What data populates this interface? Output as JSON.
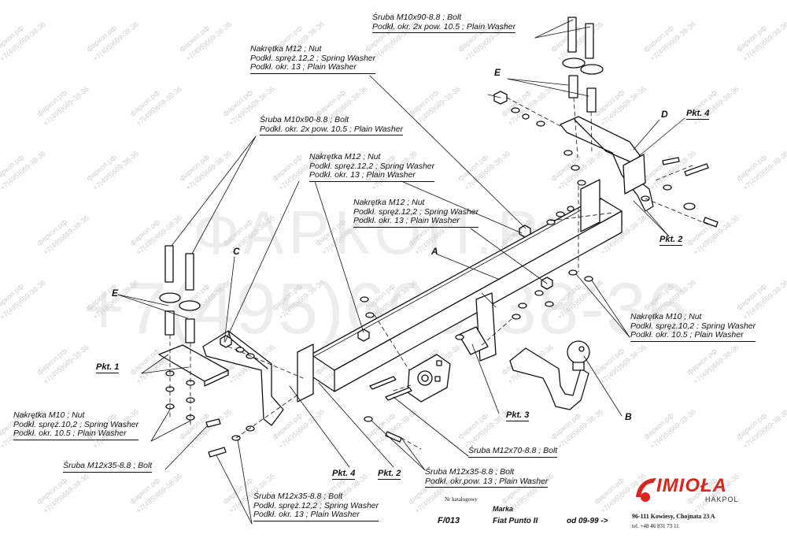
{
  "watermarks": {
    "site": "фаркоп.рф",
    "phone": "+7(495)669-38-36",
    "big_site": "ФАРКОП.РФ",
    "big_phone": "+7(495)669-38-36"
  },
  "labels": {
    "top_bolt": [
      "Śruba M10x90-8.8 ;  Bolt",
      "Podkł. okr. 2x pow. 10.5 ; Plain Washer"
    ],
    "top_nut": [
      "Nakrętka  M12 ; Nut",
      "Podkł. spręż.12,2 ; Spring Washer",
      "Podkł. okr. 13 ; Plain Washer"
    ],
    "left_bolt": [
      "Śruba M10x90-8.8 ;  Bolt",
      "Podkł. okr. 2x pow. 10.5 ; Plain Washer"
    ],
    "mid_nut_1": [
      "Nakrętka  M12 ; Nut",
      "Podkł. spręż.12,2 ; Spring Washer",
      "Podkł. okr. 13 ; Plain Washer"
    ],
    "mid_nut_2": [
      "Nakrętka  M12 ; Nut",
      "Podkł. spręż.12,2 ; Spring Washer",
      "Podkł. okr. 13 ; Plain Washer"
    ],
    "right_nut": [
      "Nakrętka  M10 ; Nut",
      "Podkł. spręż.10,2 ; Spring Washer",
      "Podkł. okr. 10.5 ; Plain Washer"
    ],
    "left_nut": [
      "Nakrętka  M10 ; Nut",
      "Podkł. spręż.10,2 ; Spring Washer",
      "Podkł. okr. 10.5 ; Plain Washer"
    ],
    "bolt_m12x35_a": "Śruba M12x35-8.8 ;  Bolt",
    "bolt_m12x70": "Śruba M12x70-8.8 ;  Bolt",
    "bolt_m12x35_b": [
      "Śruba M12x35-8.8 ;  Bolt",
      "Podkł. okr.pow. 13 ; Plain Washer"
    ],
    "bottom_bolt": [
      "Śruba M12x35-8.8 ;  Bolt",
      "Podkł. spręż.12,2 ; Spring Washer",
      "Podkł. okr. 13 ; Plain Washer"
    ]
  },
  "letters": {
    "A": "A",
    "B": "B",
    "C": "C",
    "D": "D",
    "E_top": "E",
    "E_left": "E"
  },
  "pkts": {
    "pkt4_top": "Pkt. 4",
    "pkt2_right": "Pkt. 2",
    "pkt1": "Pkt. 1",
    "pkt3": "Pkt. 3",
    "pkt4_bottom": "Pkt. 4",
    "pkt2_bottom": "Pkt. 2"
  },
  "footer": {
    "catalog_label": "Nr katalogowy",
    "catalog_value": "F/013",
    "brand_label": "Marka",
    "brand_value": "Fiat Punto II",
    "date_value": "od  09-99 ->",
    "logo_text": "IMIOŁA",
    "logo_sub": "HAKPOL",
    "address": "96-111 Kowiesy, Chojnata 23 A",
    "phone": "tel. +48 46 831 73 11"
  },
  "colors": {
    "line": "#111111",
    "watermark": "#cfcfcf",
    "logo_red": "#d9261c"
  }
}
